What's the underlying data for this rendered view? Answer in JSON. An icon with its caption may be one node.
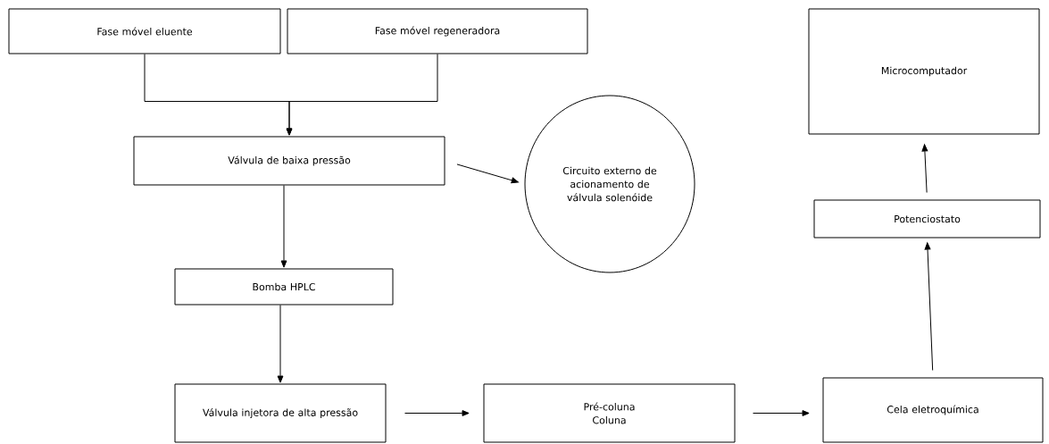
{
  "diagram": {
    "nodes": [
      {
        "text": [
          "Fase móvel eluente"
        ]
      },
      {
        "text": [
          "Fase móvel regeneradora"
        ]
      },
      {
        "text": [
          "Válvula de baixa pressão"
        ]
      },
      {
        "text": [
          "Circuito externo de acionamento de válvula solenóide"
        ]
      },
      {
        "text": [
          "Bomba HPLC"
        ]
      },
      {
        "text": [
          "Válvula injetora de alta pressão"
        ]
      },
      {
        "text": [
          "Pré-coluna",
          "Coluna"
        ]
      },
      {
        "text": [
          "Cela eletroquímica"
        ]
      },
      {
        "text": [
          "Potenciostato"
        ]
      },
      {
        "text": [
          "Microcomputador"
        ]
      }
    ],
    "edges": [
      {
        "from": 0,
        "to": 2,
        "arrow": "to"
      },
      {
        "from": 1,
        "to": 2,
        "arrow": "to"
      },
      {
        "from": 2,
        "to": 3,
        "arrow": "to"
      },
      {
        "from": 2,
        "to": 4,
        "arrow": "to"
      },
      {
        "from": 4,
        "to": 5,
        "arrow": "to"
      },
      {
        "from": 5,
        "to": 6,
        "arrow": "to"
      },
      {
        "from": 6,
        "to": 7,
        "arrow": "to"
      },
      {
        "from": 7,
        "to": 8,
        "arrow": "to"
      },
      {
        "from": 8,
        "to": 9,
        "arrow": "to"
      }
    ]
  }
}
